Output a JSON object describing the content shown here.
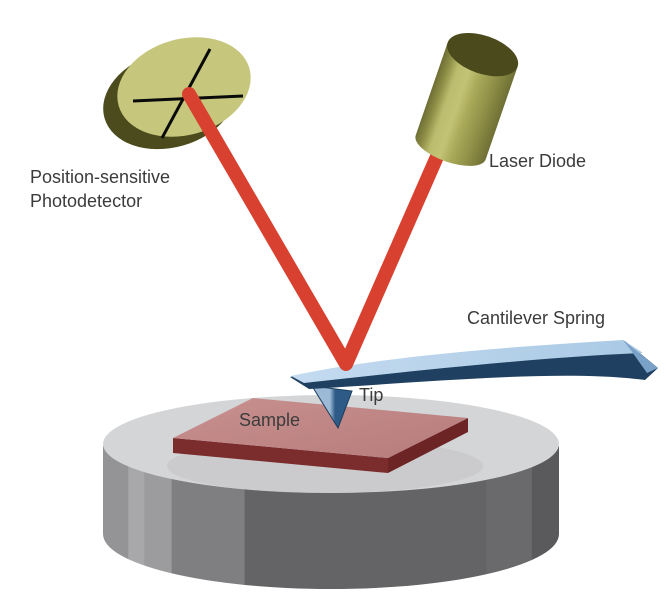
{
  "labels": {
    "photodetector_line1": "Position-sensitive",
    "photodetector_line2": "Photodetector",
    "laser_diode": "Laser Diode",
    "cantilever_spring": "Cantilever Spring",
    "tip": "Tip",
    "sample": "Sample"
  },
  "colors": {
    "background": "#ffffff",
    "label_text": "#3b3b3b",
    "laser_beam": "#d8412f",
    "detector_face": "#c6c77c",
    "detector_side": "#4b4b1d",
    "detector_lines": "#0a0a0a",
    "diode_top": "#4a4a1c",
    "diode_body_mid": "#a8a858",
    "cantilever_top": "#b7d2ea",
    "cantilever_edge": "#1f4060",
    "cantilever_bevel": "#7aa2c8",
    "tip_light": "#9cb9d6",
    "tip_dark": "#2d5a86",
    "sample_top": "#c08484",
    "sample_front": "#7b2c2c",
    "sample_side": "#6d2424",
    "stage_top": "#d4d5d7",
    "stage_side": "#636366"
  }
}
